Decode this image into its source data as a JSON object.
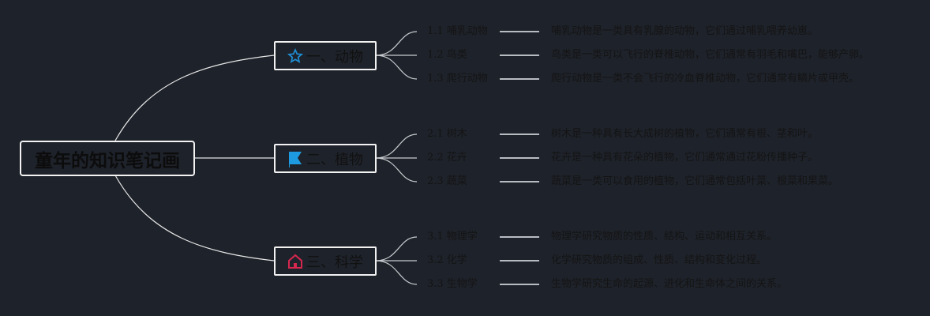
{
  "root": {
    "title": "童年的知识笔记画"
  },
  "branches": [
    {
      "label": "一、动物",
      "icon": "star-icon",
      "icon_color": "#1e90d6",
      "leaves": [
        {
          "label": "1.1 哺乳动物",
          "desc": "哺乳动物是一类具有乳腺的动物，它们通过哺乳喂养幼崽。"
        },
        {
          "label": "1.2 鸟类",
          "desc": "鸟类是一类可以飞行的脊椎动物，它们通常有羽毛和嘴巴，能够产卵。"
        },
        {
          "label": "1.3 爬行动物",
          "desc": "爬行动物是一类不会飞行的冷血脊椎动物，它们通常有鳞片或甲壳。"
        }
      ]
    },
    {
      "label": "二、植物",
      "icon": "flag-icon",
      "icon_color": "#1e9be0",
      "leaves": [
        {
          "label": "2.1 树木",
          "desc": "树木是一种具有长大成树的植物，它们通常有根、茎和叶。"
        },
        {
          "label": "2.2 花卉",
          "desc": "花卉是一种具有花朵的植物，它们通常通过花粉传播种子。"
        },
        {
          "label": "2.3 蔬菜",
          "desc": "蔬菜是一类可以食用的植物，它们通常包括叶菜、根菜和果菜。"
        }
      ]
    },
    {
      "label": "三、科学",
      "icon": "home-icon",
      "icon_color": "#d6274f",
      "leaves": [
        {
          "label": "3.1 物理学",
          "desc": "物理学研究物质的性质、结构、运动和相互关系。"
        },
        {
          "label": "3.2 化学",
          "desc": "化学研究物质的组成、性质、结构和变化过程。"
        },
        {
          "label": "3.3 生物学",
          "desc": "生物学研究生命的起源、进化和生命体之间的关系。"
        }
      ]
    }
  ]
}
